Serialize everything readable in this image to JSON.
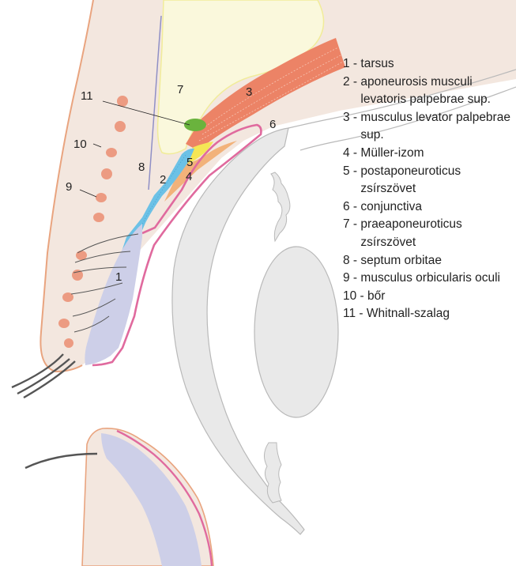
{
  "legend": {
    "items": [
      {
        "num": "1",
        "text": "tarsus"
      },
      {
        "num": "2",
        "text": "aponeurosis musculi levatoris palpebrae sup."
      },
      {
        "num": "3",
        "text": "musculus levator palpebrae sup."
      },
      {
        "num": "4",
        "text": "Müller-izom"
      },
      {
        "num": "5",
        "text": "postaponeuroticus zsírszövet"
      },
      {
        "num": "6",
        "text": "conjunctiva"
      },
      {
        "num": "7",
        "text": "praeaponeuroticus zsírszövet"
      },
      {
        "num": "8",
        "text": "septum orbitae"
      },
      {
        "num": "9",
        "text": "musculus orbicularis oculi"
      },
      {
        "num": "10",
        "text": "bőr"
      },
      {
        "num": "11",
        "text": "Whitnall-szalag"
      }
    ]
  },
  "labels": [
    "1",
    "2",
    "3",
    "4",
    "5",
    "6",
    "7",
    "8",
    "9",
    "10",
    "11"
  ],
  "colors": {
    "skin": "#f3e7df",
    "skin_outline": "#e9a47f",
    "orbicularis": "#ec9b82",
    "fat7": "#faf8dc",
    "fat7_edge": "#f1ec9a",
    "levator": "#ec8366",
    "aponeurosis": "#6cc1e6",
    "tarsus": "#cdcfe8",
    "conjunctiva": "#e06a9e",
    "fat5": "#f5e655",
    "muller": "#f2b27a",
    "whitnall": "#6ab33d",
    "globe": "#e9e9e9",
    "globe_edge": "#b9b9b9",
    "lashes": "#555555"
  }
}
